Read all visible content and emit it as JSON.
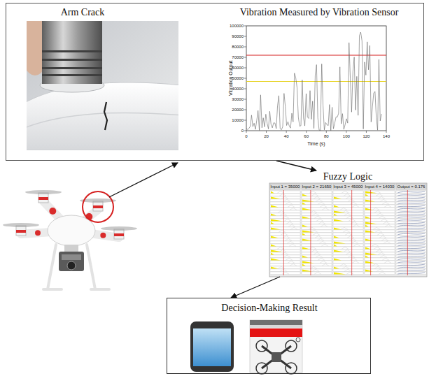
{
  "diagram": {
    "nodes": [
      {
        "text": [
          "Arm Crack",
          "Vibration Measured by Vibration Sensor"
        ]
      },
      {
        "text": [
          "Fuzzy Logic"
        ]
      },
      {
        "text": [
          "Decision-Making Result"
        ]
      }
    ],
    "edges": [
      {
        "from": 0,
        "to": 1,
        "arrow": "to"
      },
      {
        "from": 1,
        "to": 2,
        "arrow": "to"
      }
    ],
    "labels": [
      "100000",
      "90000",
      "80000",
      "70000",
      "60000",
      "50000",
      "40000",
      "30000",
      "20000",
      "10000",
      "0",
      "0",
      "20",
      "40",
      "60",
      "80",
      "100",
      "120",
      "140",
      "Vibration Output",
      "Time (s)",
      "Input 1 = 35000",
      "Input 2 = 21650",
      "Input 3 = 45000",
      "Input 4 = 14030",
      "Output = 0.176"
    ]
  }
}
